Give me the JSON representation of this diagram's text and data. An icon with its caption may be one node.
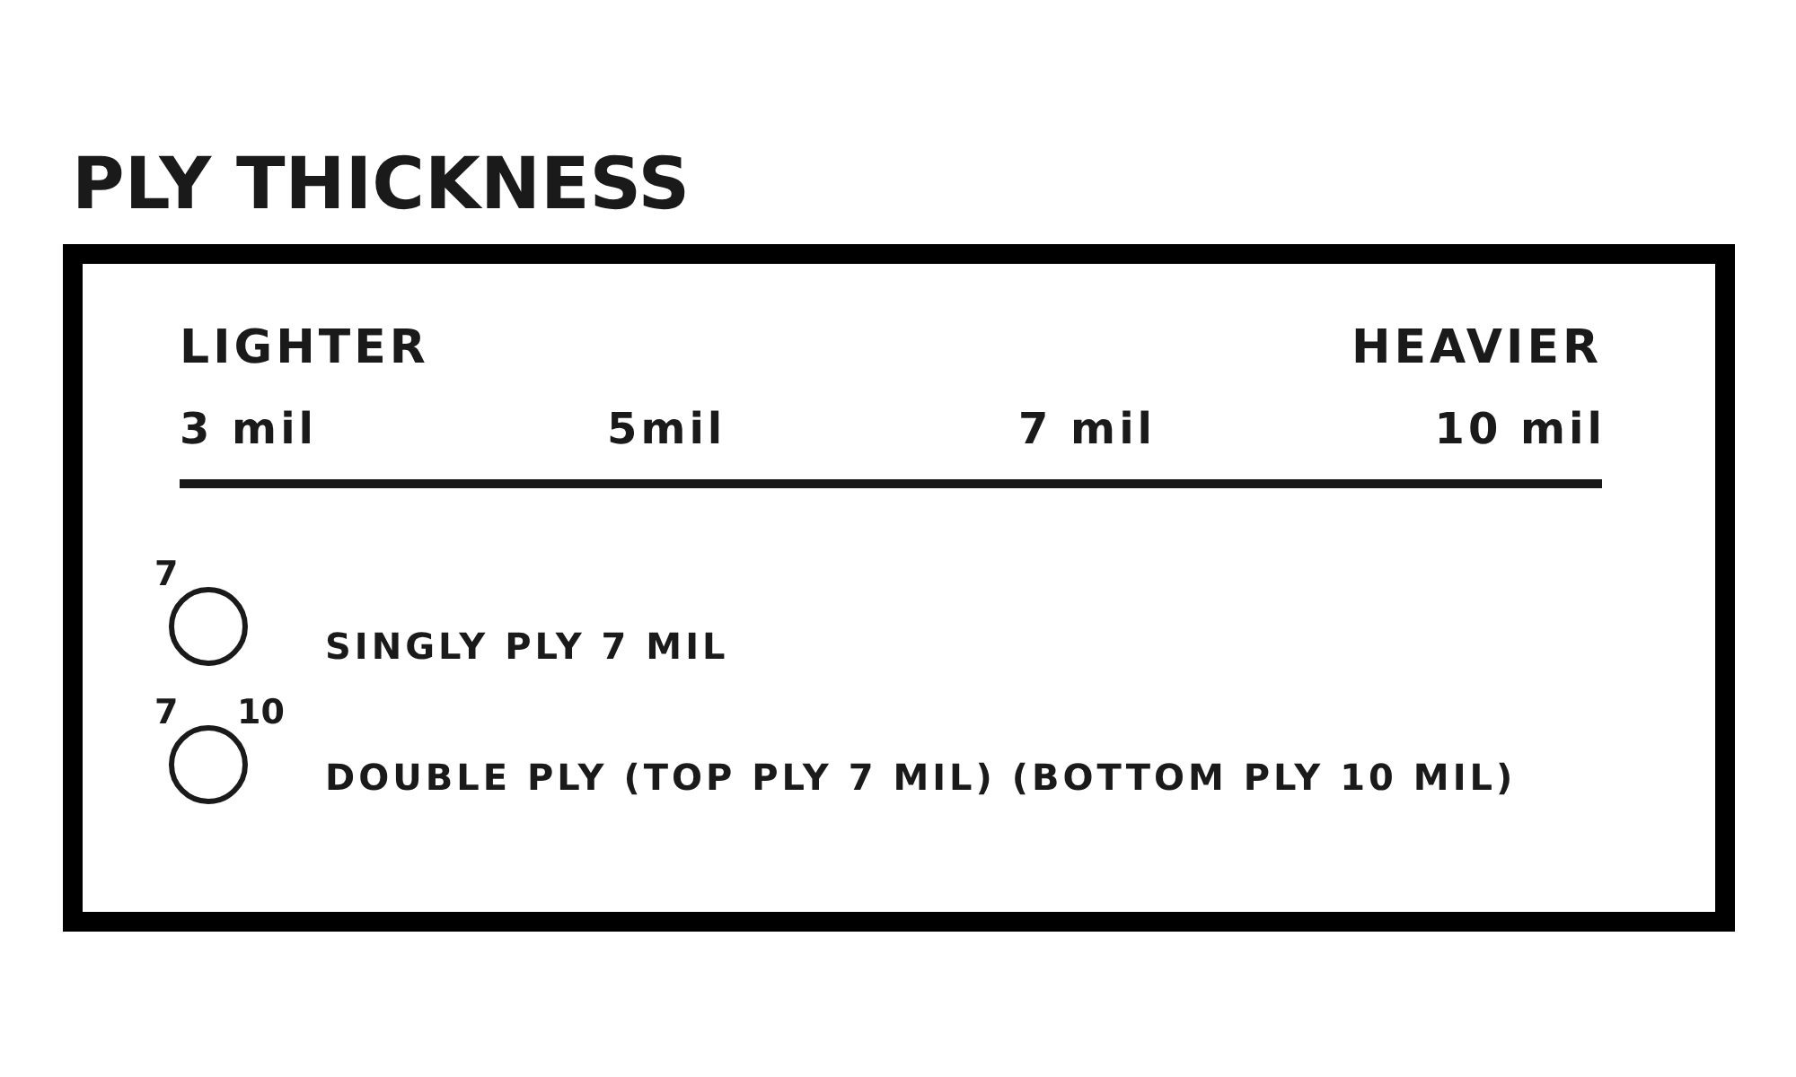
{
  "diagram": {
    "title": "PLY THICKNESS",
    "nodes": [
      {
        "text": [],
        "shape": "box"
      },
      {
        "text": [],
        "shape": "circle",
        "in": 0,
        "beside": [
          "7"
        ]
      },
      {
        "text": [],
        "shape": "circle",
        "in": 0,
        "beside": [
          "7",
          "10"
        ]
      }
    ],
    "labels": [
      "LIGHTER",
      "HEAVIER",
      "3 mil",
      "5mil",
      "7 mil",
      "10 mil",
      "SINGLY PLY 7 MIL",
      "DOUBLE PLY (TOP PLY 7 MIL) (BOTTOM PLY 10 MIL)"
    ]
  }
}
